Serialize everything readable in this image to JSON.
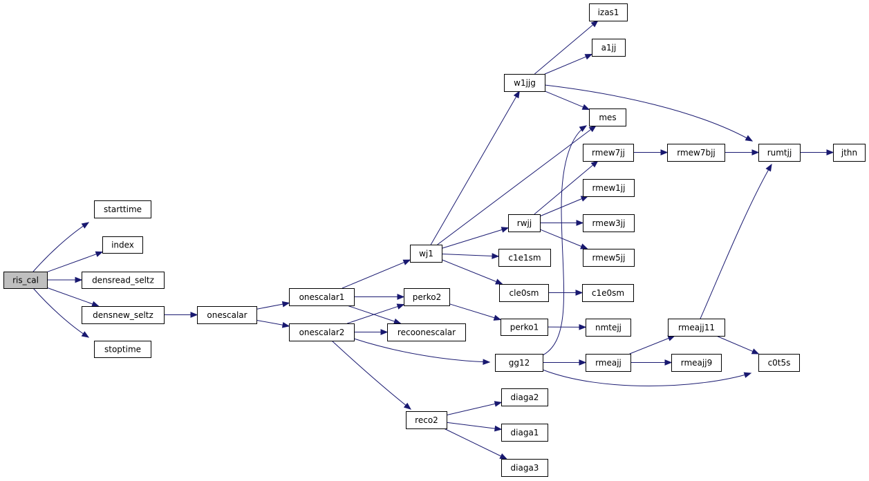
{
  "graph": {
    "edge_color": "#191970",
    "root_fill": "#bfbfbf",
    "nodes": {
      "ris_cal": "ris_cal",
      "starttime": "starttime",
      "index": "index",
      "densread_seltz": "densread_seltz",
      "densnew_seltz": "densnew_seltz",
      "stoptime": "stoptime",
      "onescalar": "onescalar",
      "onescalar1": "onescalar1",
      "onescalar2": "onescalar2",
      "perko2": "perko2",
      "recoonescalar": "recoonescalar",
      "wj1": "wj1",
      "reco2": "reco2",
      "perko1": "perko1",
      "gg12": "gg12",
      "w1jjg": "w1jjg",
      "izas1": "izas1",
      "a1jj": "a1jj",
      "mes": "mes",
      "rwjj": "rwjj",
      "c1e1sm": "c1e1sm",
      "cle0sm": "cle0sm",
      "c1e0sm": "c1e0sm",
      "rmew7jj": "rmew7jj",
      "rmew1jj": "rmew1jj",
      "rmew3jj": "rmew3jj",
      "rmew5jj": "rmew5jj",
      "rmew7bjj": "rmew7bjj",
      "rumtjj": "rumtjj",
      "jthn": "jthn",
      "nmtejj": "nmtejj",
      "rmeajj": "rmeajj",
      "rmeajj11": "rmeajj11",
      "rmeajj9": "rmeajj9",
      "c0t5s": "c0t5s",
      "diaga2": "diaga2",
      "diaga1": "diaga1",
      "diaga3": "diaga3"
    },
    "edges": [
      [
        "ris_cal",
        "starttime"
      ],
      [
        "ris_cal",
        "index"
      ],
      [
        "ris_cal",
        "densread_seltz"
      ],
      [
        "ris_cal",
        "densnew_seltz"
      ],
      [
        "ris_cal",
        "stoptime"
      ],
      [
        "densnew_seltz",
        "onescalar"
      ],
      [
        "onescalar",
        "onescalar1"
      ],
      [
        "onescalar",
        "onescalar2"
      ],
      [
        "onescalar1",
        "wj1"
      ],
      [
        "onescalar1",
        "perko2"
      ],
      [
        "onescalar1",
        "recoonescalar"
      ],
      [
        "onescalar2",
        "perko2"
      ],
      [
        "onescalar2",
        "recoonescalar"
      ],
      [
        "onescalar2",
        "gg12"
      ],
      [
        "onescalar2",
        "reco2"
      ],
      [
        "perko2",
        "perko1"
      ],
      [
        "wj1",
        "w1jjg"
      ],
      [
        "wj1",
        "mes"
      ],
      [
        "wj1",
        "rwjj"
      ],
      [
        "wj1",
        "c1e1sm"
      ],
      [
        "wj1",
        "cle0sm"
      ],
      [
        "w1jjg",
        "izas1"
      ],
      [
        "w1jjg",
        "a1jj"
      ],
      [
        "w1jjg",
        "mes"
      ],
      [
        "w1jjg",
        "rumtjj"
      ],
      [
        "rwjj",
        "rmew7jj"
      ],
      [
        "rwjj",
        "rmew1jj"
      ],
      [
        "rwjj",
        "rmew3jj"
      ],
      [
        "rwjj",
        "rmew5jj"
      ],
      [
        "rmew7jj",
        "rmew7bjj"
      ],
      [
        "rmew7bjj",
        "rumtjj"
      ],
      [
        "rumtjj",
        "jthn"
      ],
      [
        "cle0sm",
        "c1e0sm"
      ],
      [
        "perko1",
        "nmtejj"
      ],
      [
        "gg12",
        "mes"
      ],
      [
        "gg12",
        "rmeajj"
      ],
      [
        "gg12",
        "c0t5s"
      ],
      [
        "rmeajj",
        "rmeajj11"
      ],
      [
        "rmeajj",
        "rmeajj9"
      ],
      [
        "rmeajj11",
        "rumtjj"
      ],
      [
        "rmeajj11",
        "c0t5s"
      ],
      [
        "reco2",
        "diaga2"
      ],
      [
        "reco2",
        "diaga1"
      ],
      [
        "reco2",
        "diaga3"
      ]
    ]
  }
}
